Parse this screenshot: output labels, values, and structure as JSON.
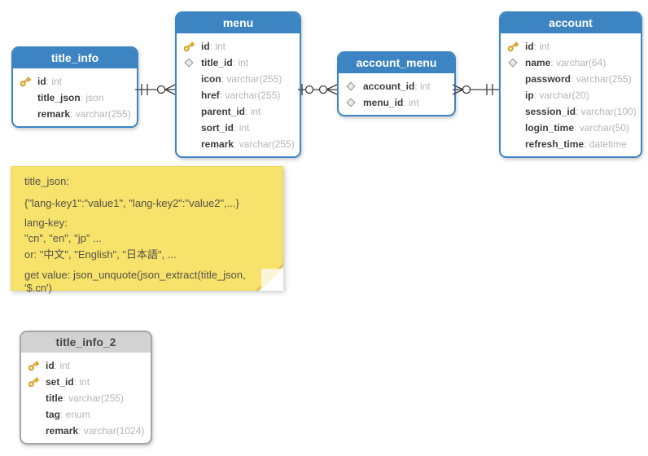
{
  "diagram_type": "database ER diagram (crow's foot notation)",
  "colors": {
    "table_header_blue": "#3c85c2",
    "table_header_gray": "#d2d2d2",
    "note_yellow": "#f7e26b",
    "key_icon_gold": "#ffd24a",
    "field_name_text": "#3d3d3d",
    "field_type_text": "#b5b5b5",
    "wire_stroke": "#3c3c3c"
  },
  "tables": [
    {
      "name": "title_info",
      "header_style": "blue",
      "fields": [
        {
          "icon": "primary-key",
          "name": "id",
          "type": "int"
        },
        {
          "icon": "none",
          "name": "title_json",
          "type": "json"
        },
        {
          "icon": "none",
          "name": "remark",
          "type": "varchar(255)"
        }
      ]
    },
    {
      "name": "menu",
      "header_style": "blue",
      "fields": [
        {
          "icon": "primary-key",
          "name": "id",
          "type": "int"
        },
        {
          "icon": "foreign-key",
          "name": "title_id",
          "type": "int"
        },
        {
          "icon": "none",
          "name": "icon",
          "type": "varchar(255)"
        },
        {
          "icon": "none",
          "name": "href",
          "type": "varchar(255)"
        },
        {
          "icon": "none",
          "name": "parent_id",
          "type": "int"
        },
        {
          "icon": "none",
          "name": "sort_id",
          "type": "int"
        },
        {
          "icon": "none",
          "name": "remark",
          "type": "varchar(255)"
        }
      ]
    },
    {
      "name": "account_menu",
      "header_style": "blue",
      "fields": [
        {
          "icon": "foreign-key",
          "name": "account_id",
          "type": "int"
        },
        {
          "icon": "foreign-key",
          "name": "menu_id",
          "type": "int"
        }
      ]
    },
    {
      "name": "account",
      "header_style": "blue",
      "fields": [
        {
          "icon": "primary-key",
          "name": "id",
          "type": "int"
        },
        {
          "icon": "foreign-key",
          "name": "name",
          "type": "varchar(64)"
        },
        {
          "icon": "none",
          "name": "password",
          "type": "varchar(255)"
        },
        {
          "icon": "none",
          "name": "ip",
          "type": "varchar(20)"
        },
        {
          "icon": "none",
          "name": "session_id",
          "type": "varchar(100)"
        },
        {
          "icon": "none",
          "name": "login_time",
          "type": "varchar(50)"
        },
        {
          "icon": "none",
          "name": "refresh_time",
          "type": "datetime"
        }
      ]
    },
    {
      "name": "title_info_2",
      "header_style": "gray",
      "fields": [
        {
          "icon": "primary-key",
          "name": "id",
          "type": "int"
        },
        {
          "icon": "primary-key",
          "name": "set_id",
          "type": "int"
        },
        {
          "icon": "none",
          "name": "title",
          "type": "varchar(255)"
        },
        {
          "icon": "none",
          "name": "tag",
          "type": "enum"
        },
        {
          "icon": "none",
          "name": "remark",
          "type": "varchar(1024)"
        }
      ]
    }
  ],
  "relationships": [
    {
      "from": "title_info",
      "to": "menu",
      "from_end": "one (||)",
      "to_end": "zero-or-many (o<)"
    },
    {
      "from": "menu",
      "to": "account_menu",
      "from_end": "one-optional (|o)",
      "to_end": "zero-or-many (o<)"
    },
    {
      "from": "account",
      "to": "account_menu",
      "from_end": "one (||)",
      "to_end": "zero-or-many (>o)"
    }
  ],
  "note": {
    "lines": [
      "title_json:",
      "{\"lang-key1\":\"value1\", \"lang-key2\":\"value2\",...}",
      "lang-key:",
      "\"cn\", \"en\", \"jp\" ...",
      "or: \"中文\", \"English\", \"日本語\", ...",
      "get value: json_unquote(json_extract(title_json, '$.cn')"
    ]
  }
}
